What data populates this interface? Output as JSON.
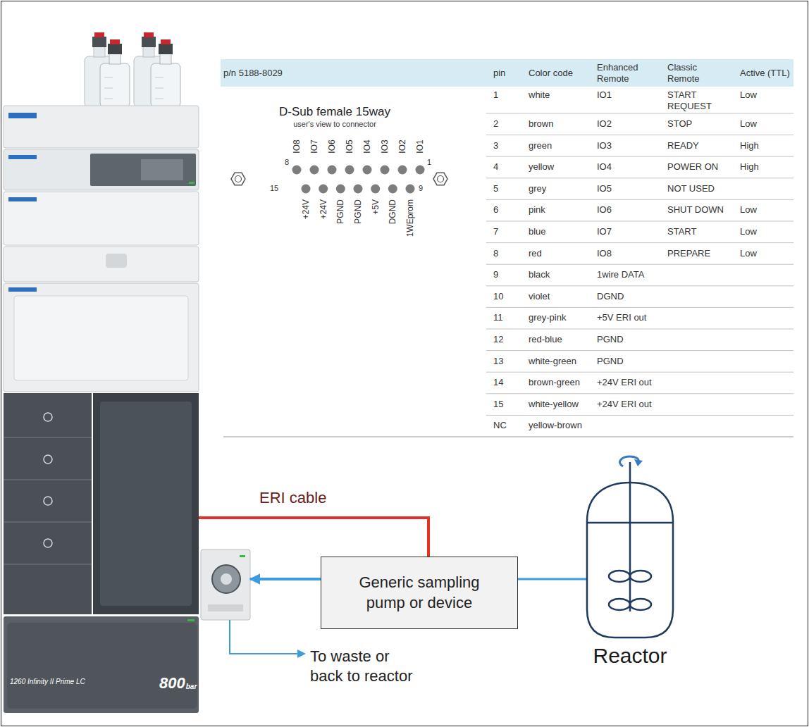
{
  "diagram": {
    "nodes": [
      {
        "text": [
          "1260 Infinity II Prime LC",
          "800",
          "bar"
        ]
      },
      {
        "text": [
          "Generic sampling pump or device"
        ]
      },
      {
        "text": [
          "Reactor"
        ]
      }
    ],
    "edges": [
      {
        "from": 0,
        "to": 1,
        "arrow": "none",
        "label": "ERI cable"
      },
      {
        "from": 1,
        "to": 0,
        "arrow": "to"
      },
      {
        "from": 2,
        "to": 1,
        "arrow": "none"
      }
    ],
    "labels": [
      "p/n 5188-8029",
      "pin",
      "Color code",
      "Enhanced Remote",
      "Classic Remote",
      "Active (TTL)",
      "D-Sub female 15way",
      "user's view to connector",
      "IO8",
      "IO7",
      "IO6",
      "IO5",
      "IO4",
      "IO3",
      "IO2",
      "IO1",
      "8",
      "1",
      "15",
      "9",
      "+24V",
      "+24V",
      "PGND",
      "PGND",
      "+5V",
      "DGND",
      "1WEprom",
      "1",
      "white",
      "IO1",
      "START REQUEST",
      "Low",
      "2",
      "brown",
      "IO2",
      "STOP",
      "Low",
      "3",
      "green",
      "IO3",
      "READY",
      "High",
      "4",
      "yellow",
      "IO4",
      "POWER ON",
      "High",
      "5",
      "grey",
      "IO5",
      "NOT USED",
      "6",
      "pink",
      "IO6",
      "SHUT DOWN",
      "Low",
      "7",
      "blue",
      "IO7",
      "START",
      "Low",
      "8",
      "red",
      "IO8",
      "PREPARE",
      "Low",
      "9",
      "black",
      "1wire DATA",
      "10",
      "violet",
      "DGND",
      "11",
      "grey-pink",
      "+5V ERI out",
      "12",
      "red-blue",
      "PGND",
      "13",
      "white-green",
      "PGND",
      "14",
      "brown-green",
      "+24V ERI out",
      "15",
      "white-yellow",
      "+24V ERI out",
      "NC",
      "yellow-brown",
      "To waste or back to reactor"
    ]
  }
}
